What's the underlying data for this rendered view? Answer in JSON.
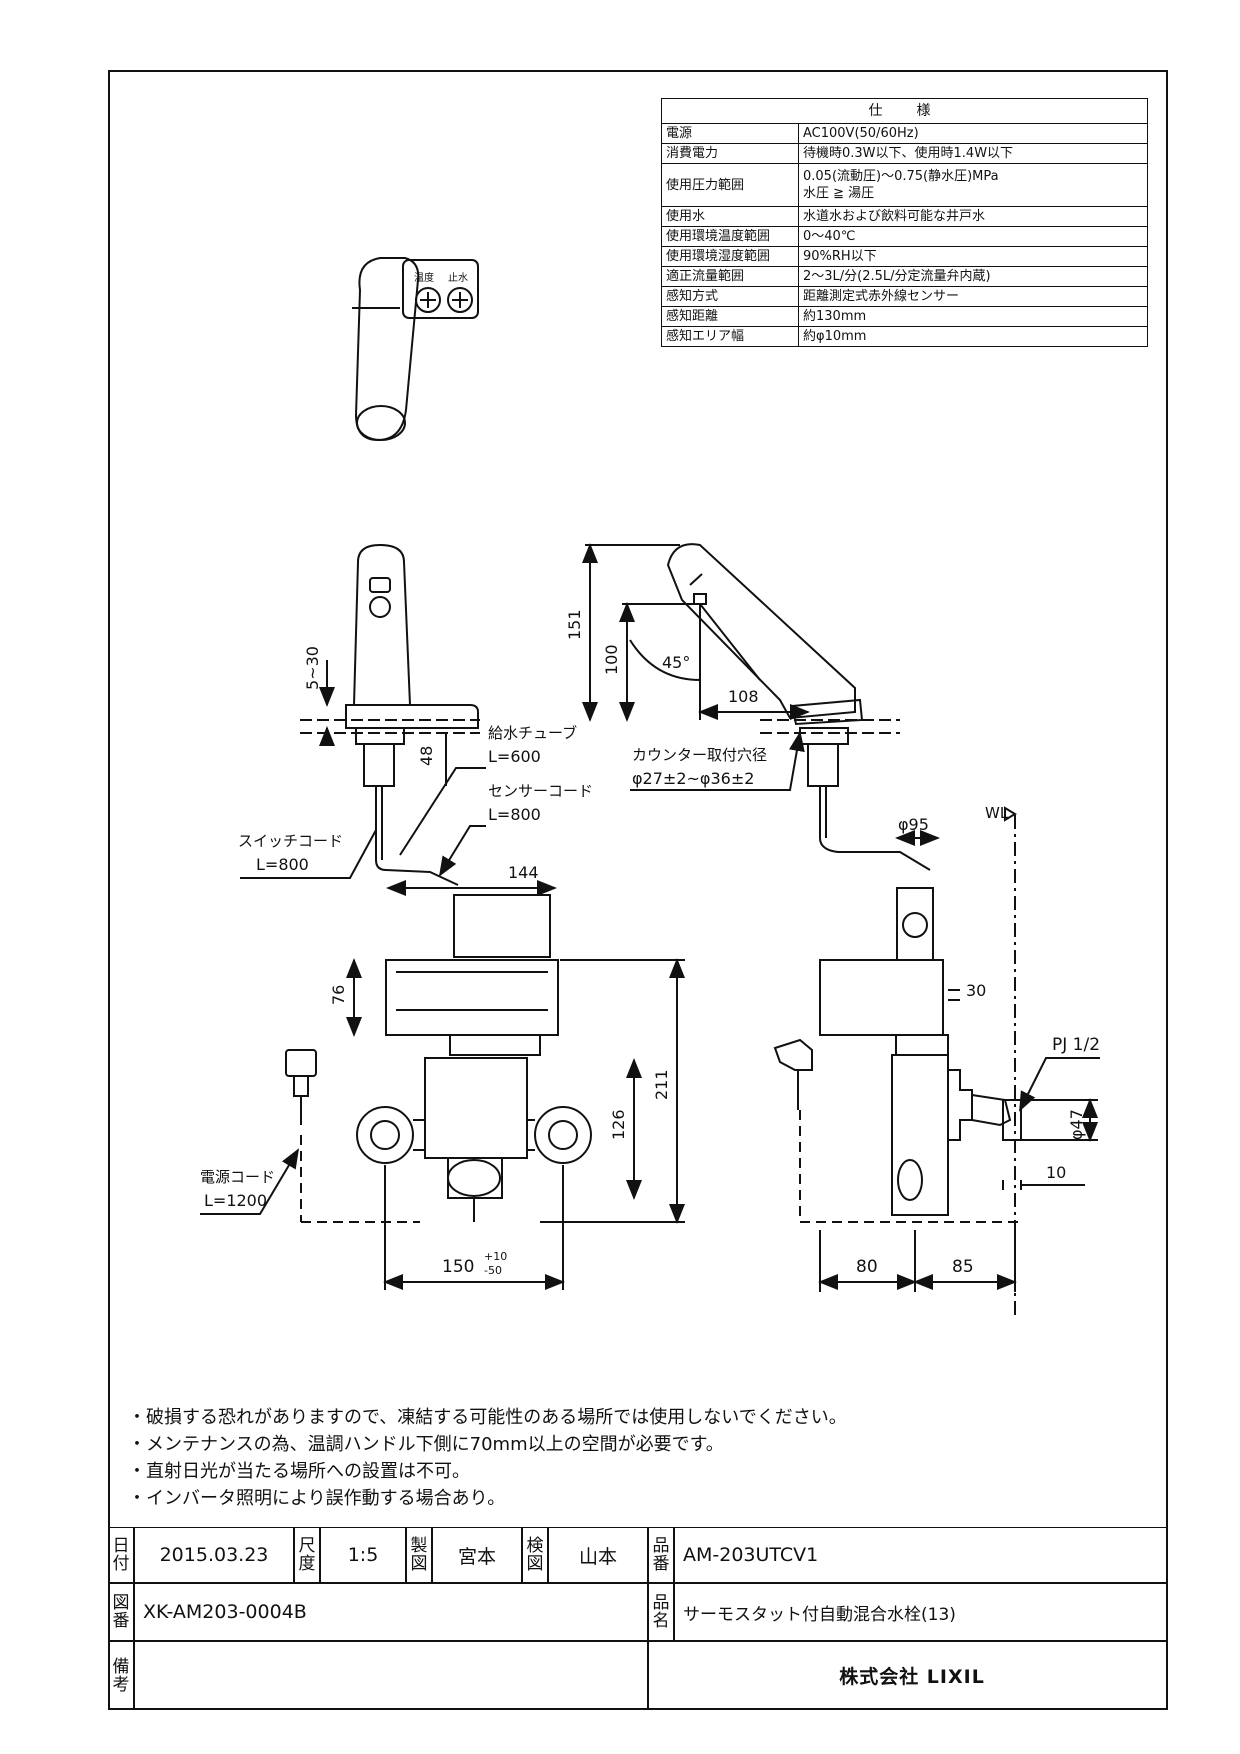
{
  "spec": {
    "header": "仕　様",
    "rows": [
      {
        "key": "電源",
        "value": "AC100V(50/60Hz)"
      },
      {
        "key": "消費電力",
        "value": "待機時0.3W以下、使用時1.4W以下"
      },
      {
        "key": "使用圧力範囲",
        "value": "0.05(流動圧)～0.75(静水圧)MPa",
        "value2": "水圧 ≧ 湯圧"
      },
      {
        "key": "使用水",
        "value": "水道水および飲料可能な井戸水"
      },
      {
        "key": "使用環境温度範囲",
        "value": "0～40℃"
      },
      {
        "key": "使用環境湿度範囲",
        "value": "90%RH以下"
      },
      {
        "key": "適正流量範囲",
        "value": "2～3L/分(2.5L/分定流量弁内蔵)"
      },
      {
        "key": "感知方式",
        "value": "距離測定式赤外線センサー"
      },
      {
        "key": "感知距離",
        "value": "約130mm"
      },
      {
        "key": "感知エリア幅",
        "value": "約φ10mm"
      }
    ]
  },
  "drawing": {
    "top_view_labels": [
      "温度",
      "止水"
    ],
    "dim_5_30": "5~30",
    "dim_48": "48",
    "supply_tube": "給水チューブ",
    "supply_tube_len": "L=600",
    "sensor_cord": "センサーコード",
    "sensor_cord_len": "L=800",
    "switch_cord": "スイッチコード",
    "switch_cord_len": "L=800",
    "dim_144": "144",
    "dim_76": "76",
    "dim_211": "211",
    "dim_126": "126",
    "power_cord": "電源コード",
    "power_cord_len": "L=1200",
    "dim_150": "150",
    "dim_150_tol_up": "+10",
    "dim_150_tol_dn": "-50",
    "dim_151": "151",
    "dim_100": "100",
    "angle_45": "45°",
    "dim_108": "108",
    "counter_hole": "カウンター取付穴径",
    "counter_hole_dia": "φ27±2~φ36±2",
    "wl": "WL",
    "dim_phi95": "φ95",
    "dim_30": "30",
    "pj": "PJ 1/2",
    "dim_phi47": "φ47",
    "dim_10": "10",
    "dim_80": "80",
    "dim_85": "85"
  },
  "notes": [
    "・破損する恐れがありますので、凍結する可能性のある場所では使用しないでください。",
    "・メンテナンスの為、温調ハンドル下側に70mm以上の空間が必要です。",
    "・直射日光が当たる場所への設置は不可。",
    "・インバータ照明により誤作動する場合あり。"
  ],
  "title_block": {
    "date_label": [
      "日",
      "付"
    ],
    "date": "2015.03.23",
    "scale_label": [
      "尺",
      "度"
    ],
    "scale": "1:5",
    "drawn_label": [
      "製",
      "図"
    ],
    "drawn_by": "宮本",
    "checked_label": [
      "検",
      "図"
    ],
    "checked_by": "山本",
    "product_no_label": [
      "品",
      "番"
    ],
    "product_no": "AM-203UTCV1",
    "drawing_no_label": [
      "図",
      "番"
    ],
    "drawing_no": "XK-AM203-0004B",
    "product_name_label": [
      "品",
      "名"
    ],
    "product_name": "サーモスタット付自動混合水栓(13)",
    "remarks_label": [
      "備",
      "考"
    ],
    "company": "株式会社 LIXIL"
  }
}
